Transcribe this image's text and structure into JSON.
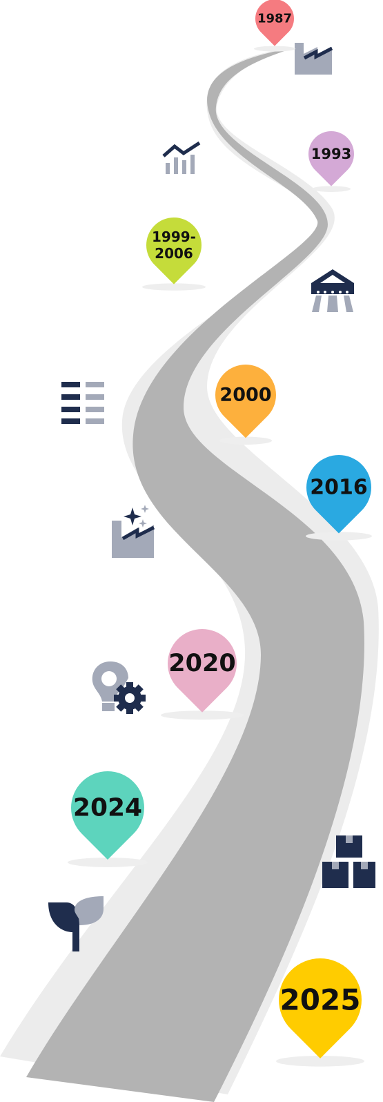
{
  "colors": {
    "road": "#b3b3b3",
    "road_shadow": "#ececec",
    "icon_dark": "#1f2d4d",
    "icon_grey": "#a3a9b8",
    "ground_shadow": "#eeeeee"
  },
  "milestones": [
    {
      "year": "1987",
      "lines": [
        "1987"
      ],
      "color": "#f57b80"
    },
    {
      "year": "1993",
      "lines": [
        "1993"
      ],
      "color": "#d4a9d6"
    },
    {
      "year": "1999-2006",
      "lines": [
        "1999-",
        "2006"
      ],
      "color": "#c5dc3a"
    },
    {
      "year": "2000",
      "lines": [
        "2000"
      ],
      "color": "#fdb03d"
    },
    {
      "year": "2016",
      "lines": [
        "2016"
      ],
      "color": "#2aa9e1"
    },
    {
      "year": "2020",
      "lines": [
        "2020"
      ],
      "color": "#e9afc8"
    },
    {
      "year": "2024",
      "lines": [
        "2024"
      ],
      "color": "#5dd4bd"
    },
    {
      "year": "2025",
      "lines": [
        "2025"
      ],
      "color": "#ffcc00"
    }
  ],
  "icons": [
    "factory-icon",
    "growth-chart-icon",
    "market-stall-icon",
    "list-icon",
    "smart-factory-icon",
    "innovation-gear-icon",
    "boxes-icon",
    "sprout-icon"
  ]
}
